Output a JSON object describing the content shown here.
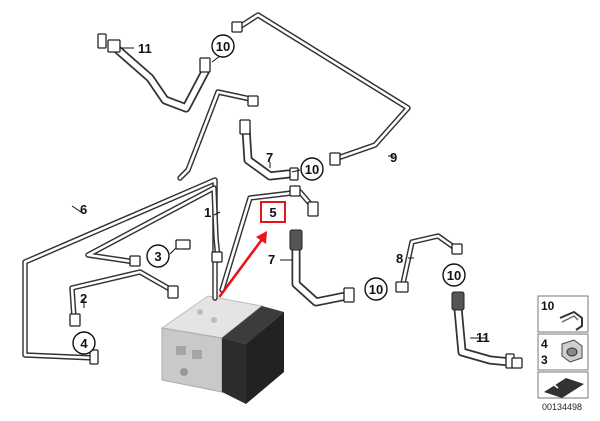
{
  "callouts": {
    "c1": "1",
    "c2": "2",
    "c3": "3",
    "c4": "4",
    "c5": "5",
    "c6": "6",
    "c7a": "7",
    "c7b": "7",
    "c8": "8",
    "c9": "9",
    "c10a": "10",
    "c10b": "10",
    "c10c": "10",
    "c10d": "10",
    "c11a": "11",
    "c11b": "11"
  },
  "legend": {
    "l10": "10",
    "l4": "4",
    "l3": "3"
  },
  "doc_number": "00134498",
  "colors": {
    "highlight": "#e8141c",
    "line": "#333333",
    "legend_dark": "#333333"
  }
}
